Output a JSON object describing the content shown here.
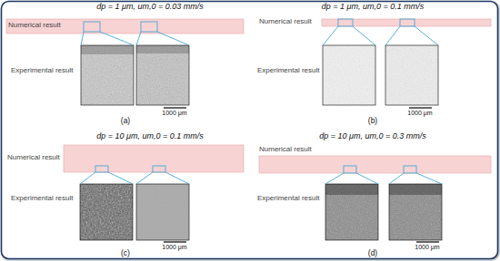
{
  "diagram": {
    "labels": [
      "dp = 1 μm, um,0 = 0.03 mm/s",
      "Numerical result",
      "Experimental result",
      "1000 μm",
      "(a)",
      "dp = 1 μm, um,0 = 0.1 mm/s",
      "Numerical result",
      "Experimental result",
      "1000 μm",
      "(b)",
      "dp = 10 μm, um,0 = 0.1 mm/s",
      "Numerical result",
      "Experimental result",
      "1000 μm",
      "(c)",
      "dp = 10 μm, um,0 = 0.3 mm/s",
      "Numerical result",
      "Experimental result",
      "1000 μm",
      "(d)"
    ]
  }
}
